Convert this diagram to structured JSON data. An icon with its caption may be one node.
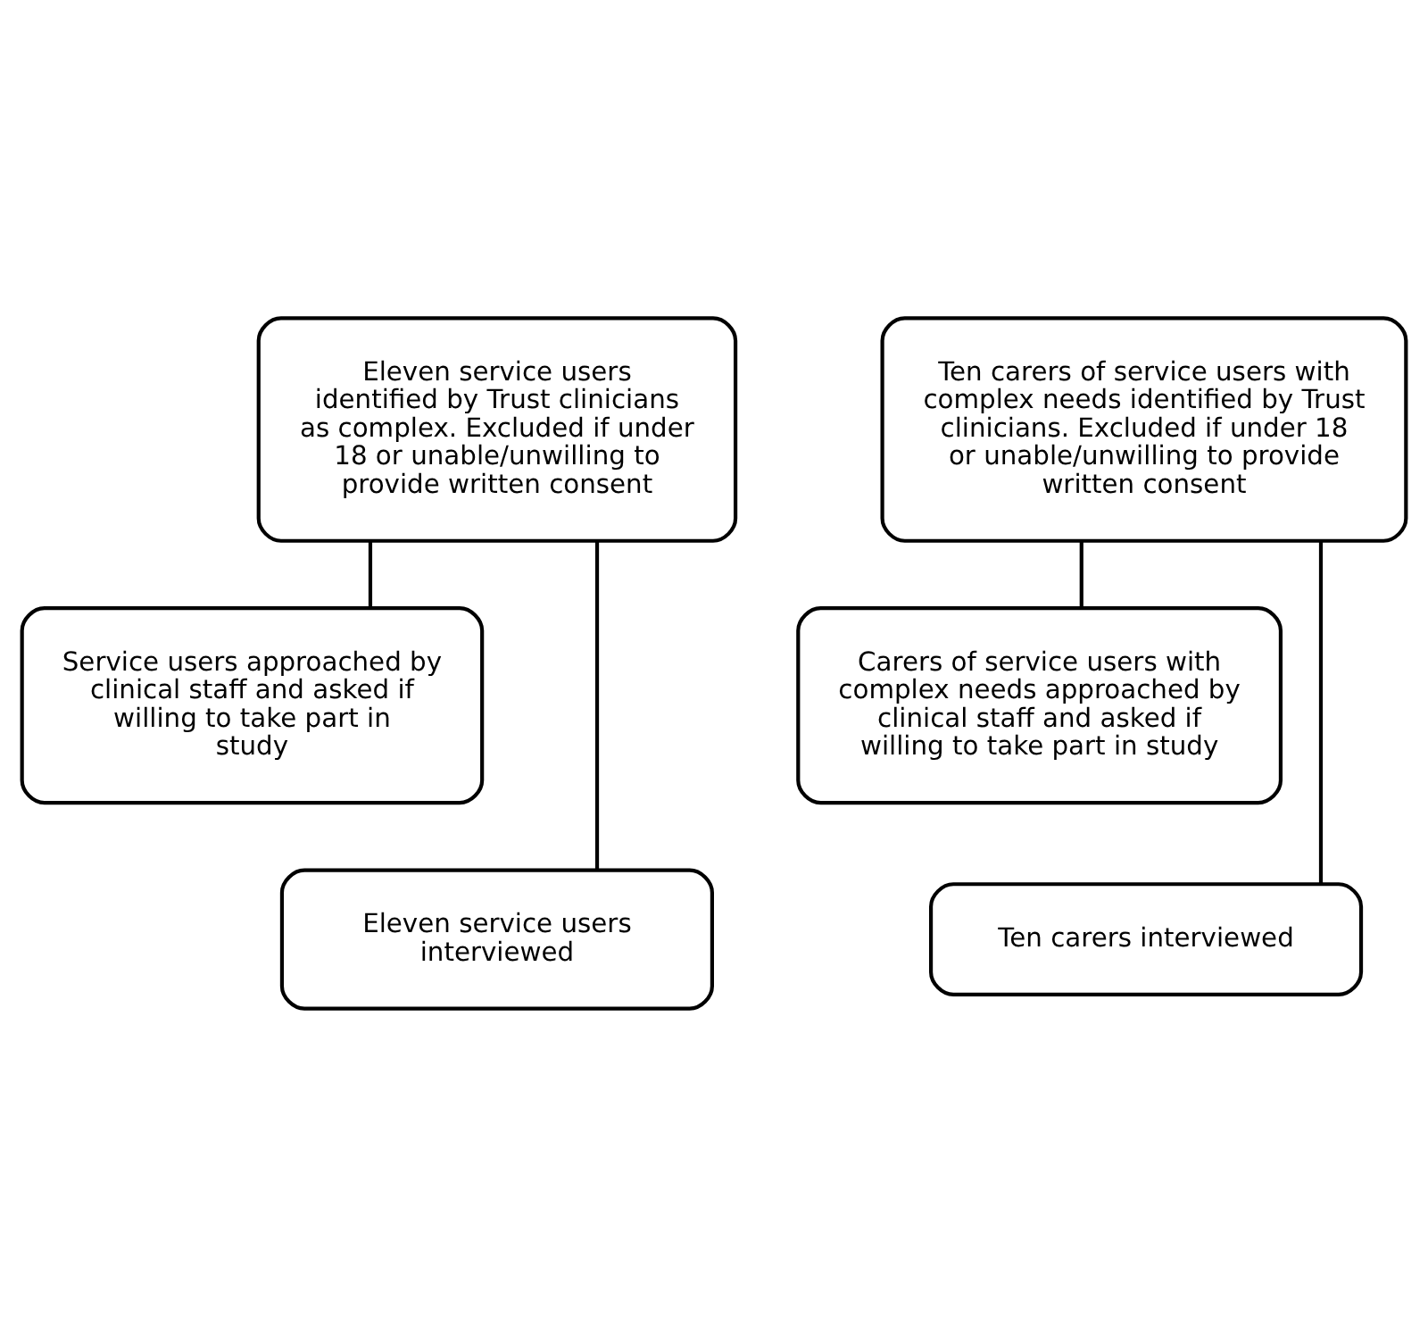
{
  "diagram": {
    "nodes": [
      {
        "text": [
          "Eleven service users identified by Trust clinicians as complex. Excluded if under 18 or unable/unwilling to provide written consent"
        ]
      },
      {
        "text": [
          "Service users approached by clinical staff and asked if willing to take part in study"
        ]
      },
      {
        "text": [
          "Eleven service users interviewed"
        ]
      },
      {
        "text": [
          "Ten carers of service users with complex needs identified by Trust clinicians. Excluded if under 18 or unable/unwilling to provide written consent"
        ]
      },
      {
        "text": [
          "Carers of service users with complex needs approached by clinical staff and asked if willing to take part in study"
        ]
      },
      {
        "text": [
          "Ten carers interviewed"
        ]
      }
    ],
    "edges": [
      {
        "from": 0,
        "to": 1,
        "arrow": "none"
      },
      {
        "from": 0,
        "to": 2,
        "arrow": "none"
      },
      {
        "from": 3,
        "to": 4,
        "arrow": "none"
      },
      {
        "from": 3,
        "to": 5,
        "arrow": "none"
      }
    ]
  }
}
